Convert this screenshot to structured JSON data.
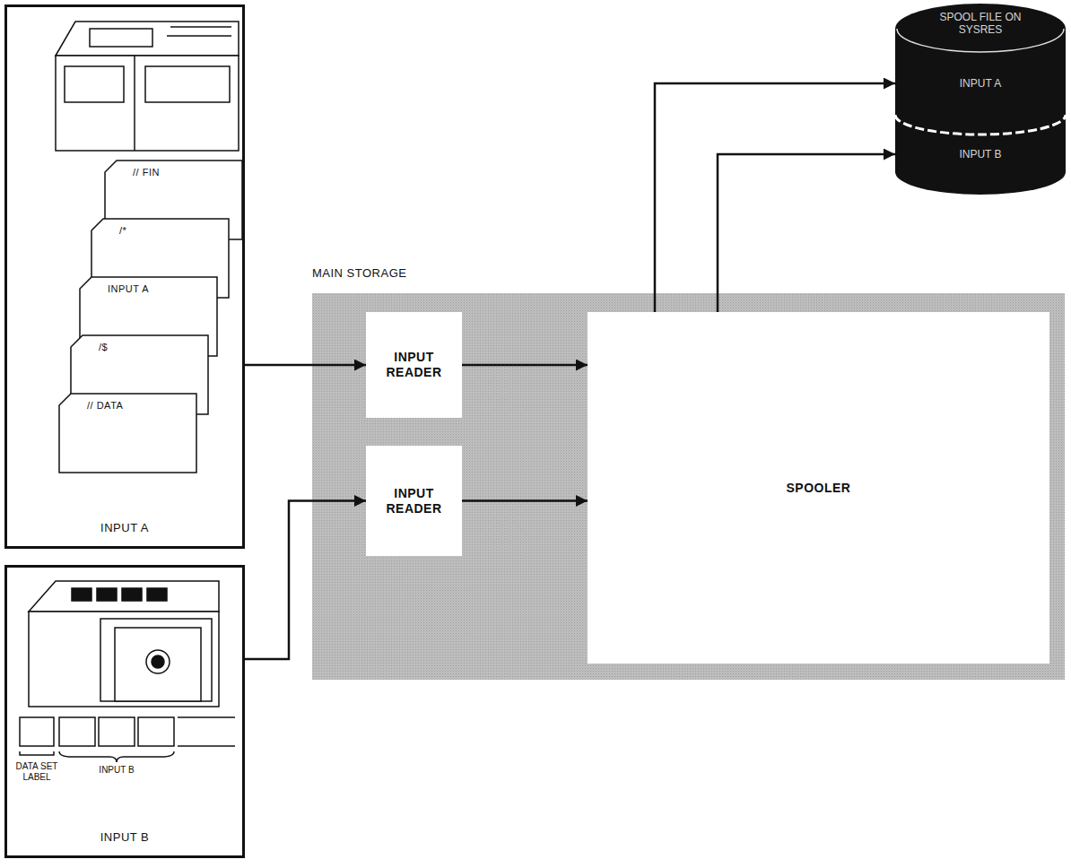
{
  "diagram": {
    "nodes": [
      {
        "text": [
          "INPUT A"
        ]
      },
      {
        "text": [
          "// FIN"
        ],
        "in": 0
      },
      {
        "text": [
          "/*"
        ],
        "in": 0
      },
      {
        "text": [
          "INPUT A"
        ],
        "in": 0
      },
      {
        "text": [
          "/$"
        ],
        "in": 0
      },
      {
        "text": [
          "// DATA"
        ],
        "in": 0
      },
      {
        "text": [
          "INPUT B"
        ]
      },
      {
        "text": [
          "MAIN STORAGE"
        ]
      },
      {
        "text": [
          "INPUT READER"
        ],
        "in": 7
      },
      {
        "text": [
          "INPUT READER"
        ],
        "in": 7
      },
      {
        "text": [
          "SPOOLER"
        ],
        "in": 7
      },
      {
        "text": [
          "SPOOL FILE ON SYSRES"
        ]
      },
      {
        "text": [
          "INPUT A"
        ],
        "in": 11
      },
      {
        "text": [
          "INPUT B"
        ],
        "in": 11
      }
    ],
    "edges": [
      {
        "from": 0,
        "to": 8,
        "arrow": "to"
      },
      {
        "from": 6,
        "to": 9,
        "arrow": "to"
      },
      {
        "from": 8,
        "to": 10,
        "arrow": "to"
      },
      {
        "from": 9,
        "to": 10,
        "arrow": "to"
      },
      {
        "from": 10,
        "to": 12,
        "arrow": "to"
      },
      {
        "from": 10,
        "to": 13,
        "arrow": "to"
      }
    ],
    "labels": [
      "DATA SET LABEL",
      "INPUT B"
    ]
  }
}
